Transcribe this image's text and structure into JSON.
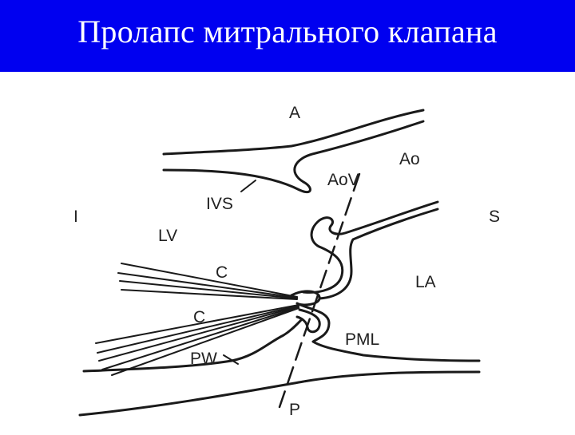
{
  "slide": {
    "title": "Пролапс митрального клапана",
    "title_bar_color": "#0000f0"
  },
  "diagram": {
    "labels": {
      "A": "A",
      "Ao": "Ao",
      "AoV": "AoV",
      "IVS": "IVS",
      "I": "I",
      "S": "S",
      "LV": "LV",
      "C_upper": "C",
      "C_lower": "C",
      "LA": "LA",
      "PW": "PW",
      "PML": "PML",
      "P": "P"
    }
  }
}
